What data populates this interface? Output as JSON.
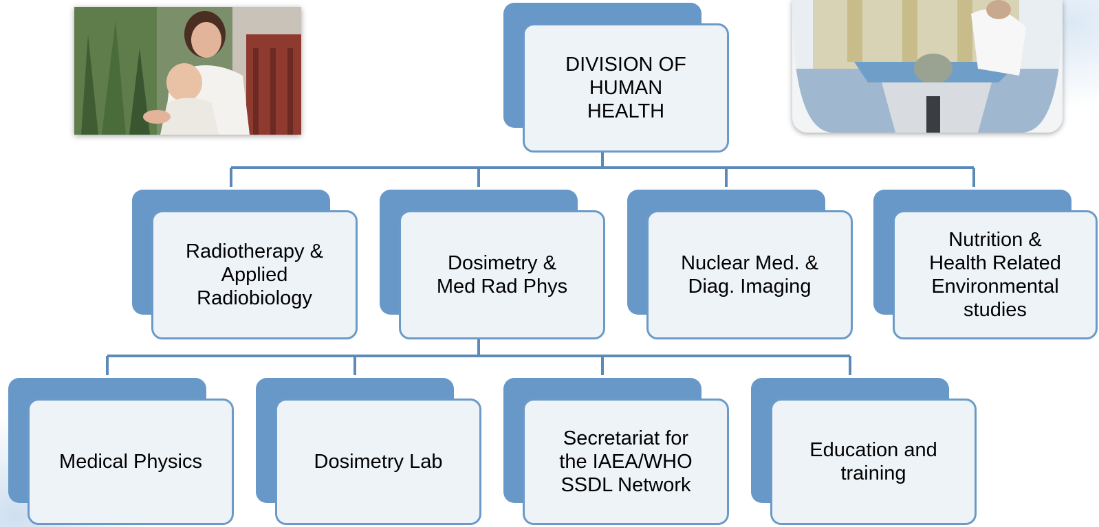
{
  "root": {
    "label": "DIVISION OF\nHUMAN\nHEALTH"
  },
  "level1": [
    {
      "label": "Radiotherapy &\nApplied\nRadiobiology"
    },
    {
      "label": "Dosimetry &\nMed Rad Phys"
    },
    {
      "label": "Nuclear Med. &\nDiag. Imaging"
    },
    {
      "label": "Nutrition &\nHealth Related\nEnvironmental\nstudies"
    }
  ],
  "level2": [
    {
      "label": "Medical Physics"
    },
    {
      "label": "Dosimetry Lab"
    },
    {
      "label": "Secretariat for\nthe IAEA/WHO\nSSDL Network"
    },
    {
      "label": "Education and\ntraining"
    }
  ],
  "colors": {
    "node_back": "#6798c8",
    "node_fill": "#eef3f8",
    "node_border": "#6b9ac8",
    "connector": "#5b89b8"
  }
}
